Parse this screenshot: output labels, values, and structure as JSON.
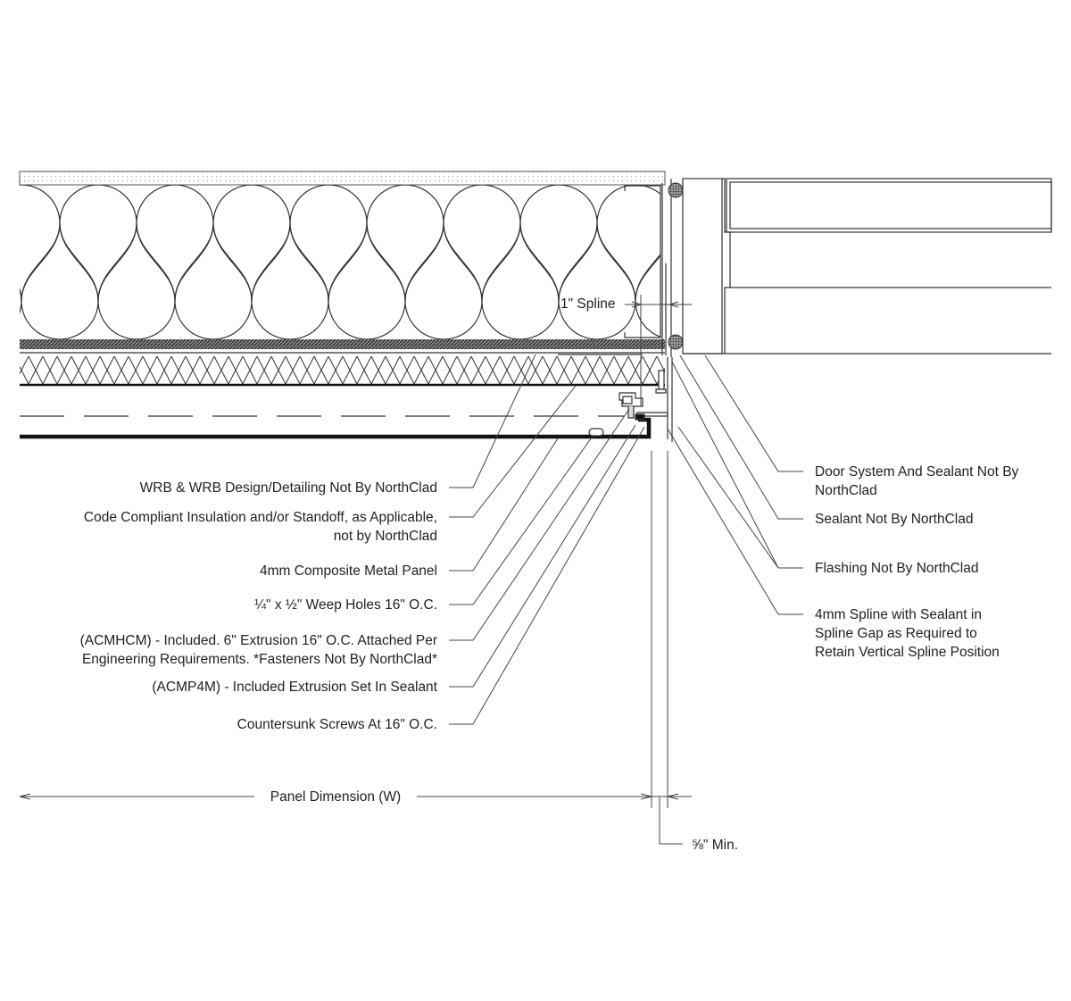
{
  "left_labels": {
    "wrb": "WRB & WRB Design/Detailing Not By NorthClad",
    "insulation_1": "Code Compliant Insulation and/or Standoff, as Applicable,",
    "insulation_2": "not by NorthClad",
    "panel": "4mm Composite Metal Panel",
    "weep": "¼\" x ½\" Weep Holes 16\" O.C.",
    "acmhcm_1": "(ACMHCM) - Included. 6\" Extrusion 16\" O.C. Attached Per",
    "acmhcm_2": "Engineering Requirements. *Fasteners Not By NorthClad*",
    "acmp4m": "(ACMP4M) - Included Extrusion Set In Sealant",
    "screws": "Countersunk Screws At 16\" O.C."
  },
  "right_labels": {
    "door_1": "Door System And Sealant Not By",
    "door_2": "NorthClad",
    "sealant": "Sealant Not By NorthClad",
    "flashing": "Flashing Not By NorthClad",
    "spline_1": "4mm Spline with Sealant in",
    "spline_2": "Spline Gap as Required to",
    "spline_3": "Retain Vertical Spline Position"
  },
  "dimensions": {
    "spline": "1\" Spline",
    "panel_dimension": "Panel Dimension (W)",
    "min_gap": "⅝\" Min."
  }
}
